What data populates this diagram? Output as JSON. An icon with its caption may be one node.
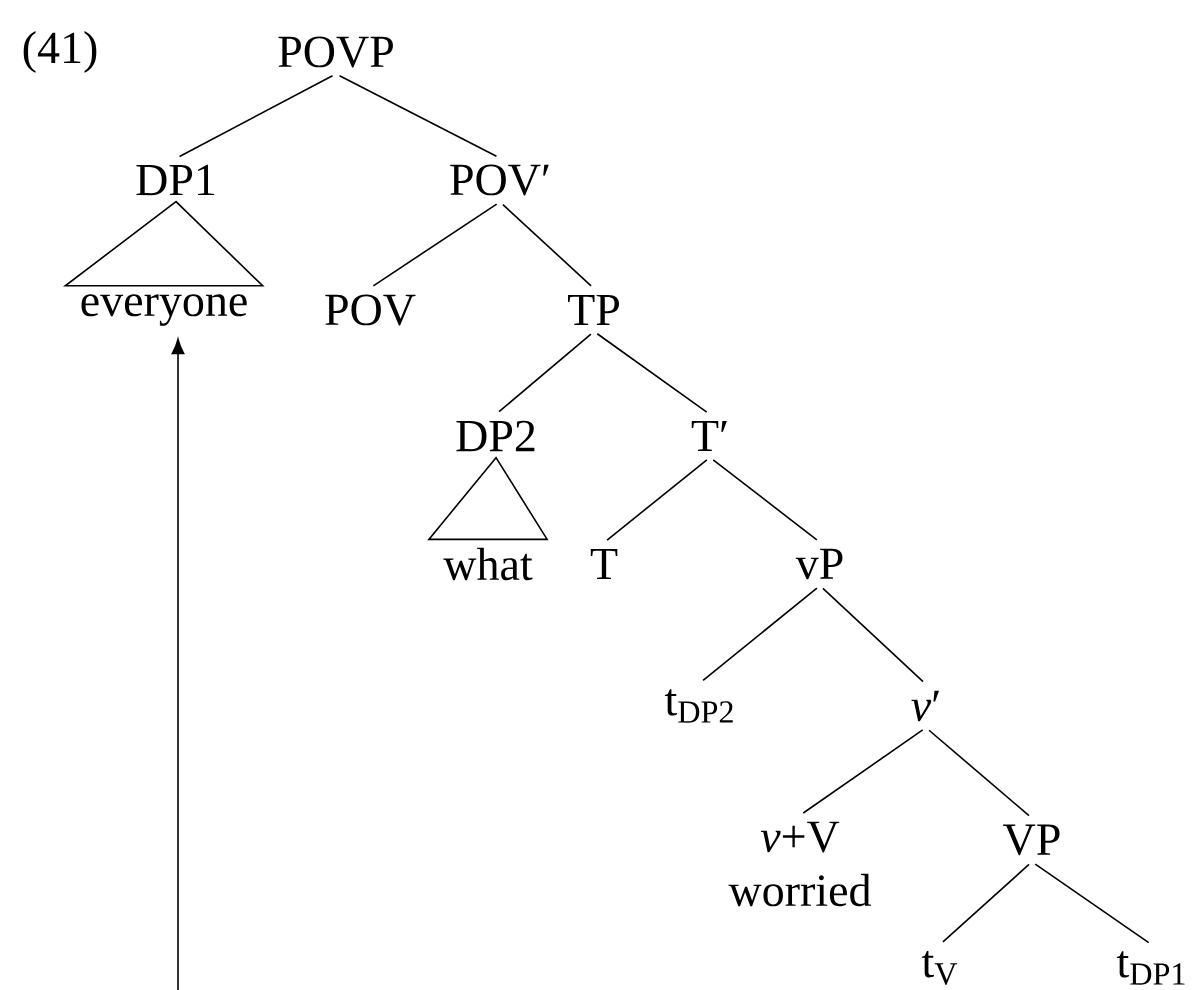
{
  "diagram": {
    "nodes": [
      {
        "text": [
          "POVP"
        ]
      },
      {
        "text": [
          "DP1"
        ]
      },
      {
        "text": [
          "POV′"
        ]
      },
      {
        "text": [
          "everyone"
        ]
      },
      {
        "text": [
          "POV"
        ]
      },
      {
        "text": [
          "TP"
        ]
      },
      {
        "text": [
          "DP2"
        ]
      },
      {
        "text": [
          "T′"
        ]
      },
      {
        "text": [
          "what"
        ]
      },
      {
        "text": [
          "T"
        ]
      },
      {
        "text": [
          "vP"
        ]
      },
      {
        "text": [
          "t$_{DP2}$"
        ]
      },
      {
        "text": [
          "*v*′"
        ]
      },
      {
        "text": [
          "*v*+V",
          "worried"
        ]
      },
      {
        "text": [
          "VP"
        ]
      },
      {
        "text": [
          "t$_{V}$"
        ]
      },
      {
        "text": [
          "t$_{DP1}$"
        ]
      }
    ],
    "edges": [
      {
        "from": 0,
        "to": 1,
        "arrow": "none"
      },
      {
        "from": 0,
        "to": 2,
        "arrow": "none"
      },
      {
        "from": 1,
        "to": 3,
        "arrow": "none"
      },
      {
        "from": 2,
        "to": 4,
        "arrow": "none"
      },
      {
        "from": 2,
        "to": 5,
        "arrow": "none"
      },
      {
        "from": 5,
        "to": 6,
        "arrow": "none"
      },
      {
        "from": 5,
        "to": 7,
        "arrow": "none"
      },
      {
        "from": 6,
        "to": 8,
        "arrow": "none"
      },
      {
        "from": 7,
        "to": 9,
        "arrow": "none"
      },
      {
        "from": 7,
        "to": 10,
        "arrow": "none"
      },
      {
        "from": 10,
        "to": 11,
        "arrow": "none"
      },
      {
        "from": 10,
        "to": 12,
        "arrow": "none"
      },
      {
        "from": 12,
        "to": 13,
        "arrow": "none"
      },
      {
        "from": 12,
        "to": 14,
        "arrow": "none"
      },
      {
        "from": 14,
        "to": 15,
        "arrow": "none"
      },
      {
        "from": 14,
        "to": 16,
        "arrow": "none"
      },
      {
        "from": null,
        "to": 3,
        "arrow": "to"
      }
    ],
    "labels": [
      "(41)"
    ]
  }
}
